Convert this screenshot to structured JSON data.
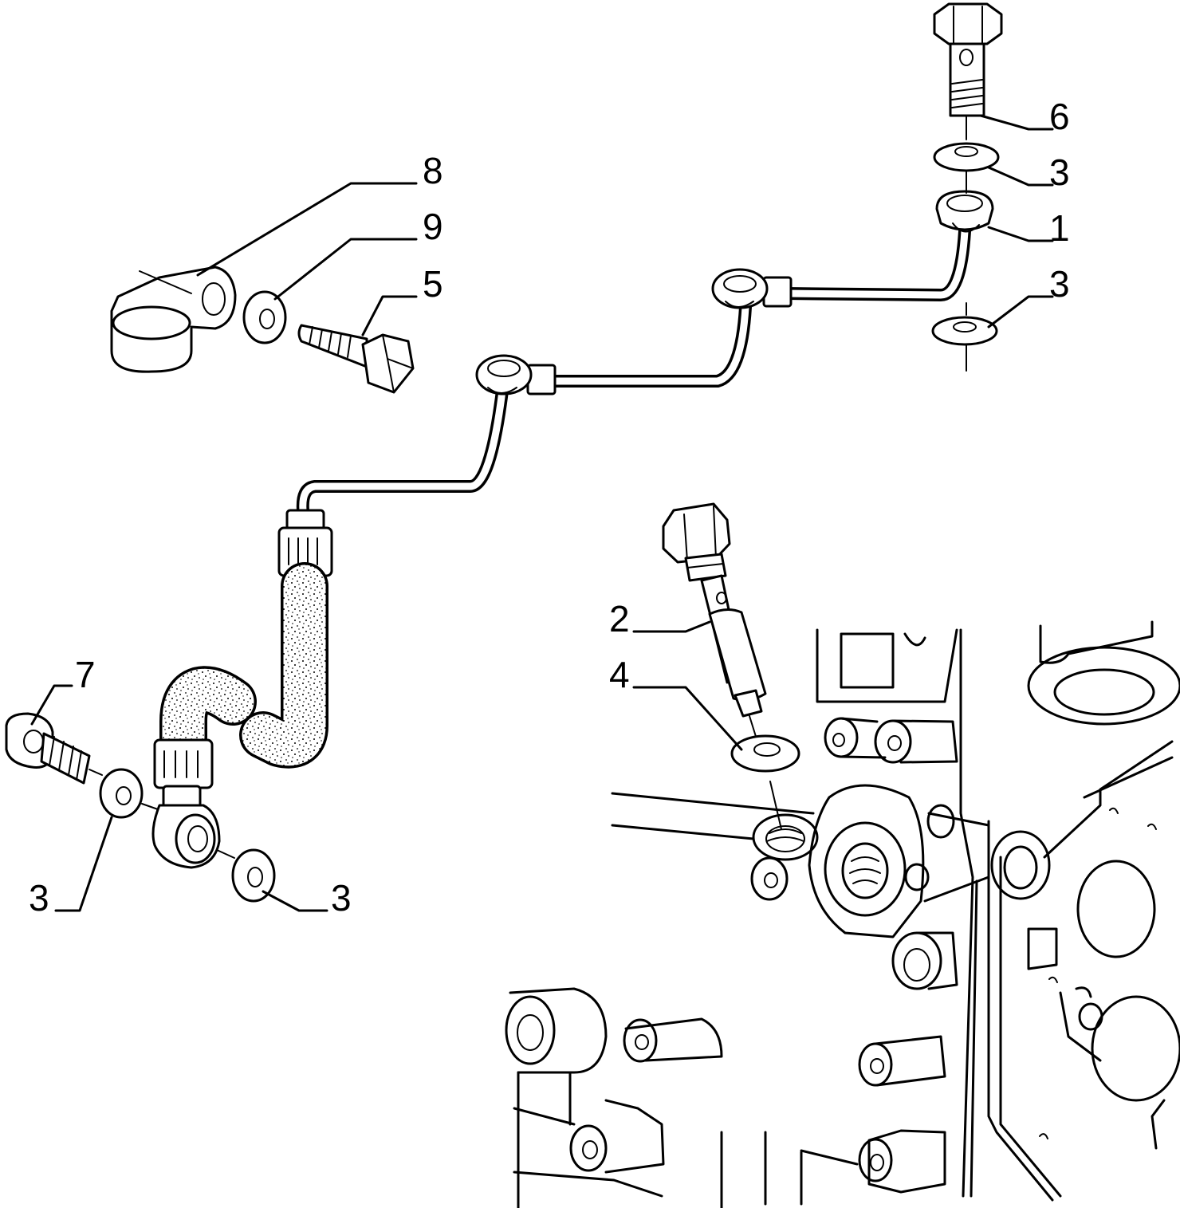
{
  "callouts": {
    "c1": "1",
    "c2": "2",
    "c3_right_upper": "3",
    "c3_right_lower": "3",
    "c3_left": "3",
    "c3_bottom": "3",
    "c4": "4",
    "c5": "5",
    "c6": "6",
    "c7": "7",
    "c8": "8",
    "c9": "9"
  },
  "colors": {
    "ink": "#000000",
    "paper": "#ffffff"
  }
}
